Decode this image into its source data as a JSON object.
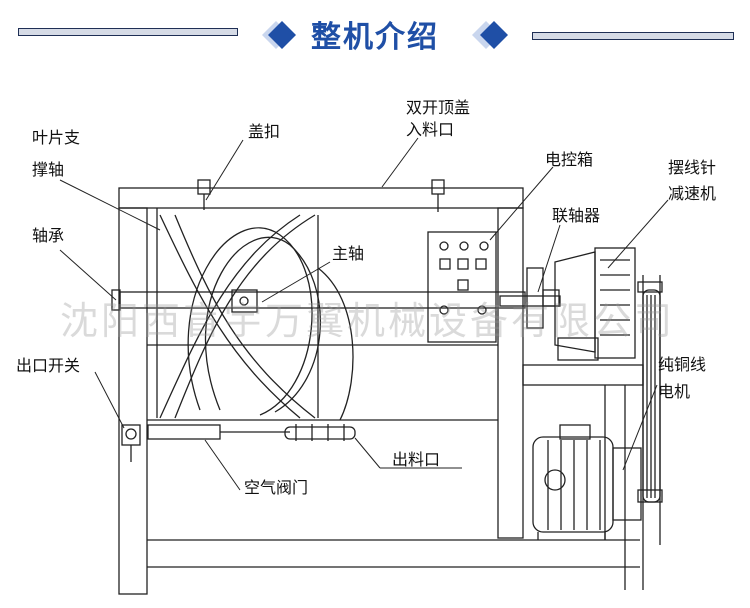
{
  "header": {
    "title": "整机介绍"
  },
  "watermark": "沈阳西盲宇万翼机械设备有限公司",
  "labels": {
    "blade_support_1": "叶片支",
    "blade_support_2": "撑轴",
    "cover_buckle": "盖扣",
    "double_lid_1": "双开顶盖",
    "double_lid_2": "入料口",
    "control_box": "电控箱",
    "swing_reducer_1": "摆线针",
    "swing_reducer_2": "减速机",
    "coupling": "联轴器",
    "bearing": "轴承",
    "main_shaft": "主轴",
    "outlet_switch": "出口开关",
    "copper_motor_1": "纯铜线",
    "copper_motor_2": "电机",
    "discharge_port": "出料口",
    "air_valve": "空气阀门"
  },
  "colors": {
    "title": "#1f4fa6",
    "diamond": "#1f4fa6",
    "line": "#222222"
  }
}
